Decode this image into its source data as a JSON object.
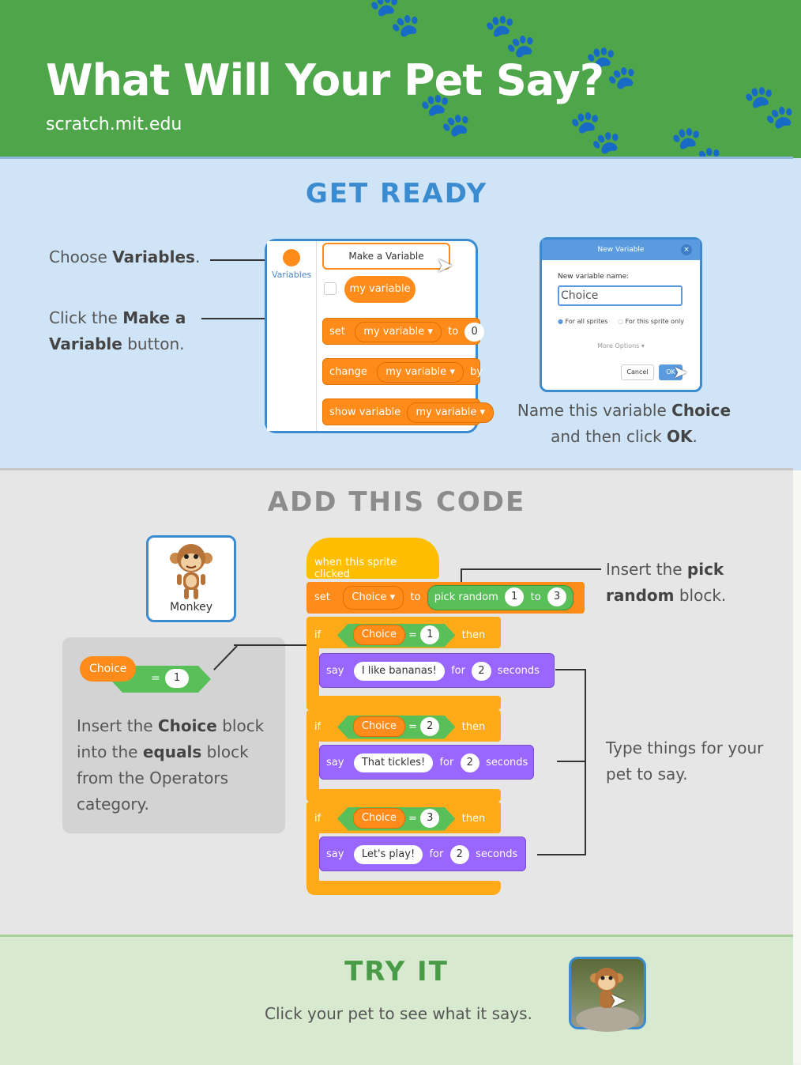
{
  "header": {
    "title": "What Will Your Pet Say?",
    "url": "scratch.mit.edu"
  },
  "get_ready": {
    "heading": "GET READY",
    "note_variables": [
      "Choose ",
      "Variables",
      "."
    ],
    "note_make": [
      "Click the ",
      "Make a Variable",
      " button."
    ],
    "note_name": [
      "Name this variable ",
      "Choice",
      " and then click ",
      "OK",
      "."
    ],
    "palette": {
      "category": "Variables",
      "make_button": "Make a Variable",
      "variable": "my variable",
      "set": "set",
      "set_var": "my variable ▾",
      "to": "to",
      "set_val": "0",
      "change": "change",
      "change_var": "my variable ▾",
      "by": "by",
      "show": "show variable",
      "show_var": "my variable ▾"
    },
    "dialog": {
      "title": "New Variable",
      "name_label": "New variable name:",
      "name_value": "Choice",
      "opt_all": "For all sprites",
      "opt_this": "For this sprite only",
      "more": "More Options ▾",
      "cancel": "Cancel",
      "ok": "OK"
    }
  },
  "add_code": {
    "heading": "ADD THIS CODE",
    "sprite_name": "Monkey",
    "choice_pill": "Choice",
    "eq": "=",
    "one": "1",
    "note_insert_choice": [
      "Insert the ",
      "Choice",
      " block into the ",
      "equals",
      " block from the Operators category."
    ],
    "note_pick": [
      "Insert the ",
      "pick random",
      " block."
    ],
    "note_type": "Type things for your pet to say.",
    "code": {
      "hat": "when this sprite clicked",
      "set": "set",
      "set_var": "Choice ▾",
      "to": "to",
      "pick": "pick random",
      "pick_from": "1",
      "pick_to_word": "to",
      "pick_to": "3",
      "ifs": [
        {
          "if": "if",
          "var": "Choice",
          "eq": "=",
          "val": "1",
          "then": "then",
          "say": "say",
          "text": "I like bananas!",
          "for": "for",
          "secs": "2",
          "seconds": "seconds"
        },
        {
          "if": "if",
          "var": "Choice",
          "eq": "=",
          "val": "2",
          "then": "then",
          "say": "say",
          "text": "That tickles!",
          "for": "for",
          "secs": "2",
          "seconds": "seconds"
        },
        {
          "if": "if",
          "var": "Choice",
          "eq": "=",
          "val": "3",
          "then": "then",
          "say": "say",
          "text": "Let's play!",
          "for": "for",
          "secs": "2",
          "seconds": "seconds"
        }
      ]
    }
  },
  "try_it": {
    "heading": "TRY IT",
    "text": "Click your pet to see what it says."
  },
  "colors": {
    "header_green": "#4fa64a",
    "ready_blue": "#cfe4f6",
    "code_gray": "#e6e6e6",
    "try_green": "#d7ead0",
    "orange": "#ff8c1a",
    "purple": "#9966ff",
    "operator_green": "#59c059",
    "event_yellow": "#ffbf00"
  }
}
